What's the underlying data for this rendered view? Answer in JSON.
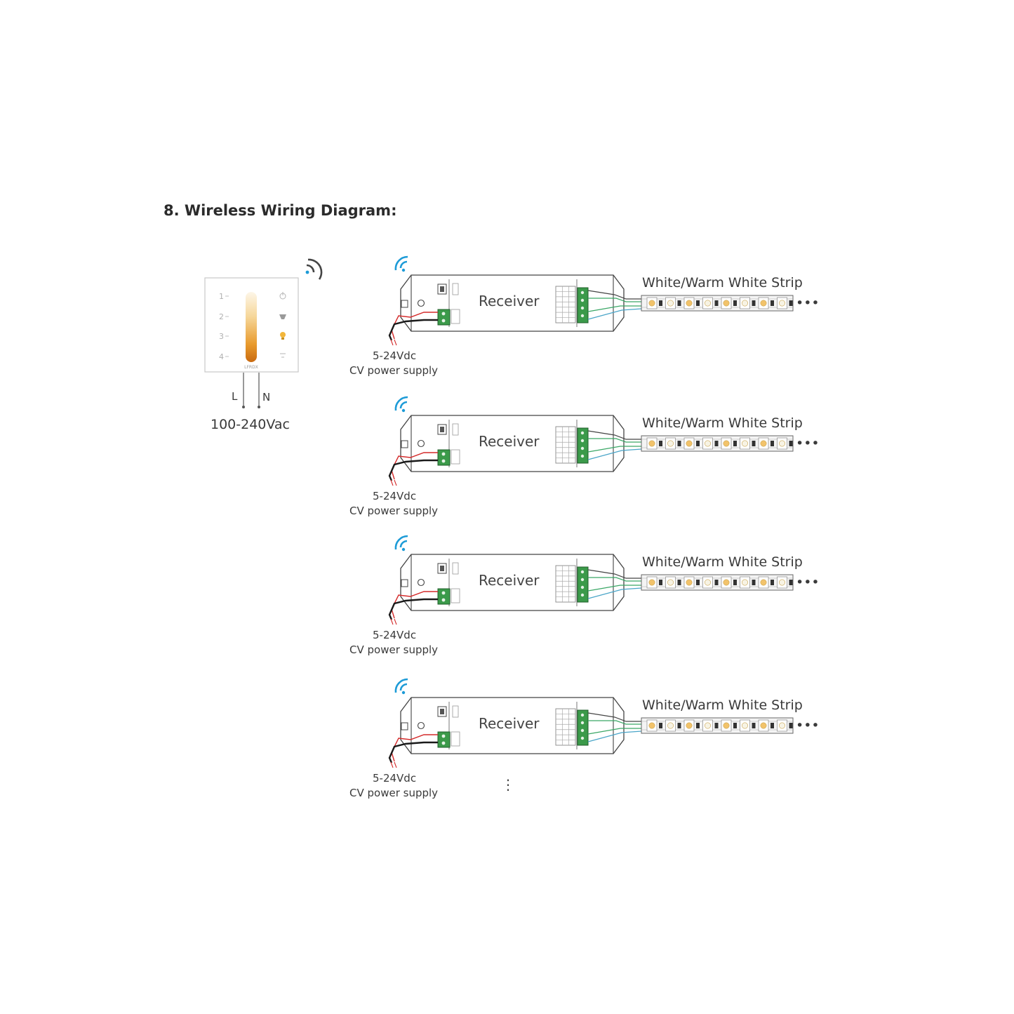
{
  "title": "8. Wireless Wiring Diagram:",
  "panel": {
    "zone_buttons": [
      "1",
      "2",
      "3",
      "4"
    ],
    "brand_text": "LFRDX",
    "wire_left": "L",
    "wire_right": "N",
    "supply": "100-240Vac"
  },
  "receivers": [
    {
      "label": "Receiver",
      "supply_line1": "5-24Vdc",
      "supply_line2": "CV power supply",
      "strip": "White/Warm White Strip",
      "more": "•••"
    },
    {
      "label": "Receiver",
      "supply_line1": "5-24Vdc",
      "supply_line2": "CV power supply",
      "strip": "White/Warm White Strip",
      "more": "•••"
    },
    {
      "label": "Receiver",
      "supply_line1": "5-24Vdc",
      "supply_line2": "CV power supply",
      "strip": "White/Warm White Strip",
      "more": "•••"
    },
    {
      "label": "Receiver",
      "supply_line1": "5-24Vdc",
      "supply_line2": "CV power supply",
      "strip": "White/Warm White Strip",
      "more": "•••"
    }
  ],
  "continuation": "⋮",
  "colors": {
    "signal": "#1d9bd7",
    "terminal": "#3b9a4a",
    "wire_red": "#d42a2a",
    "wire_green": "#3aa766",
    "wire_blue": "#4aa5c8",
    "led_warm": "#f2c36b",
    "led_white": "#f7f3e4"
  },
  "icons": [
    "wireless-signal-icon",
    "ceiling-light-icon",
    "bulb-icon"
  ]
}
